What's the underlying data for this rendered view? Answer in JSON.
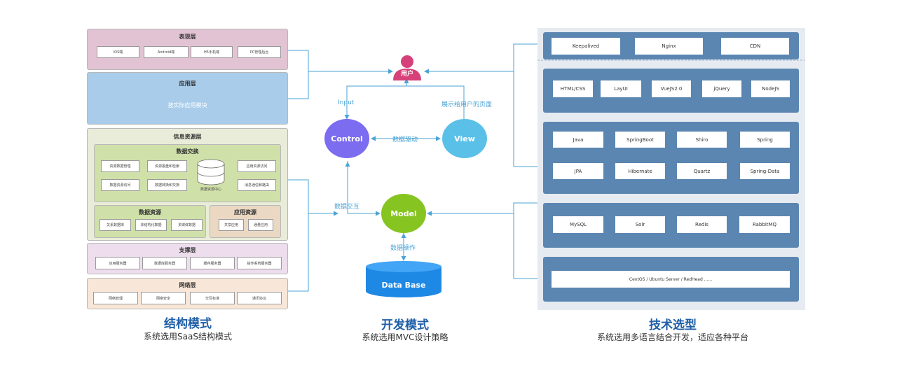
{
  "structure": {
    "presentation": {
      "title": "表现层",
      "items": [
        "IOS端",
        "Android端",
        "H5手机端",
        "PC管理后台"
      ]
    },
    "application": {
      "title": "应用层",
      "content": "按实际应用模块"
    },
    "info": {
      "title": "信息资源层",
      "exchange": {
        "title": "数据交换",
        "left": [
          "资源数据管理",
          "数据资源访问"
        ],
        "mid": [
          "资源报盘和检索",
          "数据转换和交换"
        ],
        "db_label": "数据资源中心",
        "right": [
          "应用资源访问",
          "消息通信和路由"
        ]
      },
      "data_res": {
        "title": "数据资源",
        "items": [
          "关系数据库",
          "非结构化数据",
          "多媒体数据"
        ]
      },
      "app_res": {
        "title": "应用资源",
        "items": [
          "共享应用",
          "通量应用"
        ]
      }
    },
    "support": {
      "title": "支撑层",
      "items": [
        "应用服务器",
        "数据库服务器",
        "缓存服务器",
        "操作系统服务器"
      ]
    },
    "network": {
      "title": "网络层",
      "items": [
        "网络管理",
        "网络安全",
        "交互标准",
        "通讯协议"
      ]
    }
  },
  "mvc": {
    "user": "用户",
    "control": "Control",
    "view": "View",
    "model": "Model",
    "db": "Data Base",
    "input": "Input",
    "show": "展示给用户的页面",
    "drive": "数据驱动",
    "interact": "数据交互",
    "ops": "数据操作"
  },
  "tech": {
    "row1": [
      "Keepalived",
      "Nginx",
      "CDN"
    ],
    "row2": [
      "HTML/CSS",
      "LayUI",
      "VueJS2.0",
      "jQuery",
      "NodeJS"
    ],
    "row3a": [
      "Java",
      "SpringBoot",
      "Shiro",
      "Spring"
    ],
    "row3b": [
      "JPA",
      "Hibernate",
      "Quartz",
      "Spring-Data"
    ],
    "row4": [
      "MySQL",
      "Solr",
      "Redis",
      "RabbitMQ"
    ],
    "row5": "CentOS / Ubuntu Server / RedHead ......"
  },
  "captions": {
    "c1_title": "结构模式",
    "c1_sub": "系统选用SaaS结构模式",
    "c2_title": "开发模式",
    "c2_sub": "系统选用MVC设计策略",
    "c3_title": "技术选型",
    "c3_sub": "系统选用多语言结合开发，适应各种平台"
  },
  "colors": {
    "presentation": "#e2c3d3",
    "application": "#a9ccea",
    "info": "#e9ecd9",
    "exchange": "#cfe0a9",
    "app_res": "#ead8c2",
    "support": "#eedeed",
    "network": "#f8e7d8",
    "tech_band": "#5b86b2",
    "tech_bg": "#e6ebf1",
    "control": "#7b6cf0",
    "view": "#5bc0e8",
    "model": "#86c521",
    "db": "#1e88e5",
    "user": "#d6417a",
    "line": "#4aa3d6"
  }
}
